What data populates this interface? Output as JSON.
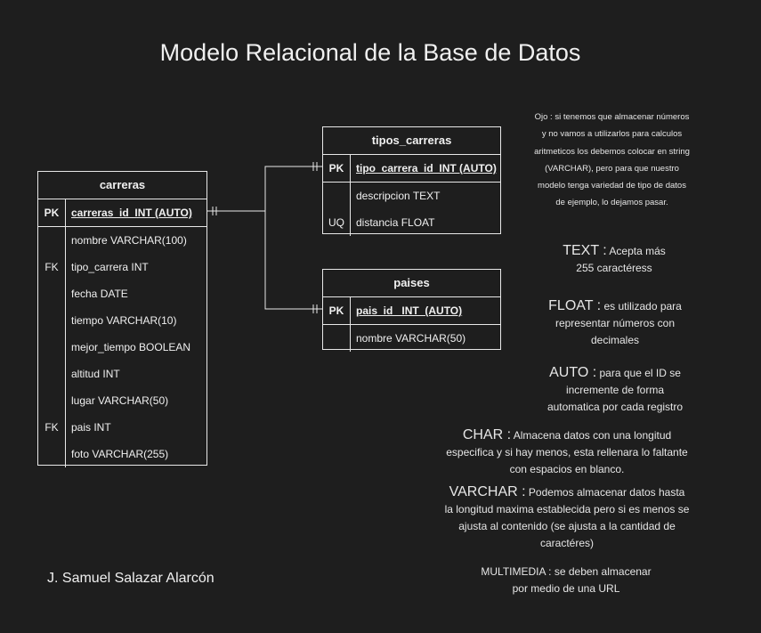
{
  "title": "Modelo Relacional de la Base de Datos",
  "author": "J. Samuel Salazar Alarcón",
  "tables": {
    "carreras": {
      "name": "carreras",
      "pk": {
        "key": "PK",
        "field": "carreras_id_INT (AUTO)"
      },
      "rows": [
        {
          "key": "",
          "field": "nombre VARCHAR(100)"
        },
        {
          "key": "FK",
          "field": "tipo_carrera INT"
        },
        {
          "key": "",
          "field": "fecha  DATE"
        },
        {
          "key": "",
          "field": "tiempo VARCHAR(10)"
        },
        {
          "key": "",
          "field": "mejor_tiempo BOOLEAN"
        },
        {
          "key": "",
          "field": "altitud  INT"
        },
        {
          "key": "",
          "field": "lugar VARCHAR(50)"
        },
        {
          "key": "FK",
          "field": "pais  INT"
        },
        {
          "key": "",
          "field": "foto  VARCHAR(255)"
        }
      ]
    },
    "tipos_carreras": {
      "name": "tipos_carreras",
      "pk": {
        "key": "PK",
        "field": "tipo_carrera_id_INT (AUTO)"
      },
      "rows": [
        {
          "key": "",
          "field": "descripcion  TEXT"
        },
        {
          "key": "UQ",
          "field": "distancia  FLOAT"
        }
      ]
    },
    "paises": {
      "name": "paises",
      "pk": {
        "key": "PK",
        "field": "pais_id_ INT_(AUTO)"
      },
      "rows": [
        {
          "key": "",
          "field": "nombre  VARCHAR(50)"
        }
      ]
    }
  },
  "notes": {
    "ojo": [
      "Ojo : si tenemos que almacenar números",
      "y no vamos a utilizarlos para calculos",
      "aritmeticos los debemos colocar en string",
      "(VARCHAR), pero para que nuestro",
      "modelo tenga variedad de tipo de datos",
      "de ejemplo, lo dejamos pasar."
    ],
    "text": {
      "term": "TEXT :",
      "first": " Acepta más",
      "rest": [
        "255 caractéress"
      ]
    },
    "float": {
      "term": "FLOAT :",
      "first": " es utilizado para",
      "rest": [
        "representar números con",
        "decimales"
      ]
    },
    "auto": {
      "term": "AUTO :",
      "first": " para que el ID se",
      "rest": [
        "incremente de forma",
        "automatica por cada registro"
      ]
    },
    "char": {
      "term": "CHAR :",
      "first": " Almacena datos con una longitud",
      "rest": [
        "especifica y si hay menos, esta rellenara lo faltante",
        "con espacios en blanco."
      ]
    },
    "varchar": {
      "term": "VARCHAR :",
      "first": " Podemos almacenar datos hasta",
      "rest": [
        "la longitud maxima establecida pero si es menos se",
        "ajusta al contenido (se ajusta a la cantidad de",
        "caractéres)"
      ]
    },
    "multimedia": [
      "MULTIMEDIA : se deben almacenar",
      "por medio de una URL"
    ]
  }
}
